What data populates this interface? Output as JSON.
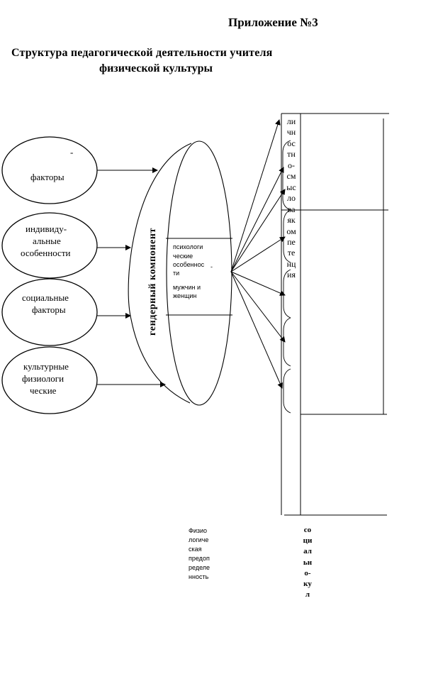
{
  "header": {
    "appendix": "Приложение №3",
    "title_line1": "Структура педагогической деятельности учителя",
    "title_line2": "физической культуры"
  },
  "factors": {
    "f1_dash": "-",
    "f1": "факторы",
    "f2_l1": "индивиду-",
    "f2_l2": "альные",
    "f2_l3": "особенности",
    "f3_l1": "социальные",
    "f3_l2": "факторы",
    "f4_l1": "культурные",
    "f4_l2": "физиологи",
    "f4_l3": "ческие"
  },
  "gender_component": "гендерный компонент",
  "center_box": {
    "l1": "психологи",
    "l2": "ческие",
    "l3": "особеннос",
    "l4": "ти",
    "l5": "мужчин  и",
    "l6": "женщин",
    "dash": "-"
  },
  "competence_vertical": "личностно-смысловаякомпетенция",
  "physio": {
    "l1": "Физио",
    "l2": "логиче",
    "l3": "ская",
    "l4": "предоп",
    "l5": "ределе",
    "l6": "нность"
  },
  "social_vertical": "социально-кул"
}
